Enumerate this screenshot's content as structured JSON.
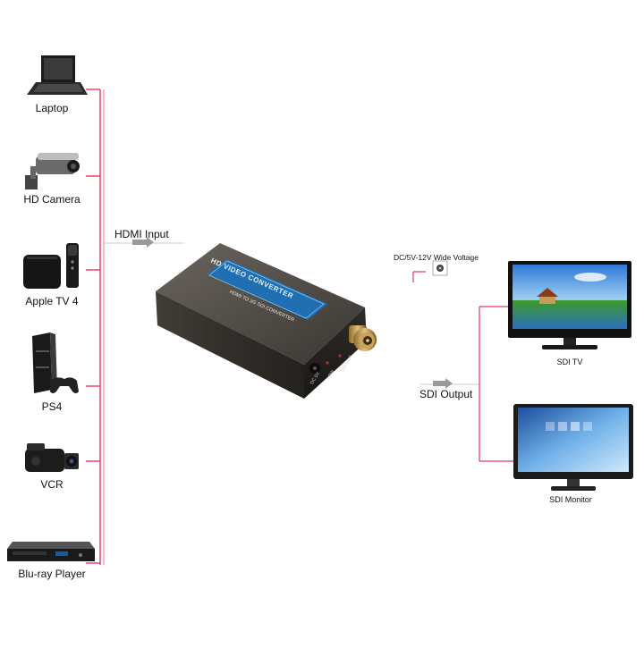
{
  "sources": [
    {
      "id": "laptop",
      "label": "Laptop",
      "icon": "laptop-icon"
    },
    {
      "id": "hd-camera",
      "label": "HD Camera",
      "icon": "camera-icon"
    },
    {
      "id": "apple-tv",
      "label": "Apple TV 4",
      "icon": "apple-tv-icon"
    },
    {
      "id": "ps4",
      "label": "PS4",
      "icon": "game-console-icon"
    },
    {
      "id": "vcr",
      "label": "VCR",
      "icon": "camcorder-icon"
    },
    {
      "id": "bluray",
      "label": "Blu-ray Player",
      "icon": "bluray-player-icon"
    }
  ],
  "input_label": "HDMI Input",
  "device": {
    "top_label": "HD VIDEO CONVERTER",
    "sub_label": "HDMI TO 3G SDI CONVERTER",
    "port_labels": [
      "DC 5V",
      "PW",
      "SDI OUT"
    ]
  },
  "power_label": "DC/5V-12V Wide Voltage",
  "output_label": "SDI Output",
  "outputs": [
    {
      "id": "sdi-tv",
      "label": "SDI TV",
      "icon": "tv-icon"
    },
    {
      "id": "sdi-monitor",
      "label": "SDI Monitor",
      "icon": "monitor-icon"
    }
  ],
  "colors": {
    "connector": "#e23a5e",
    "arrow": "#9a9a9a",
    "device_body": "#4a4540",
    "badge": "#1f6fb2"
  }
}
